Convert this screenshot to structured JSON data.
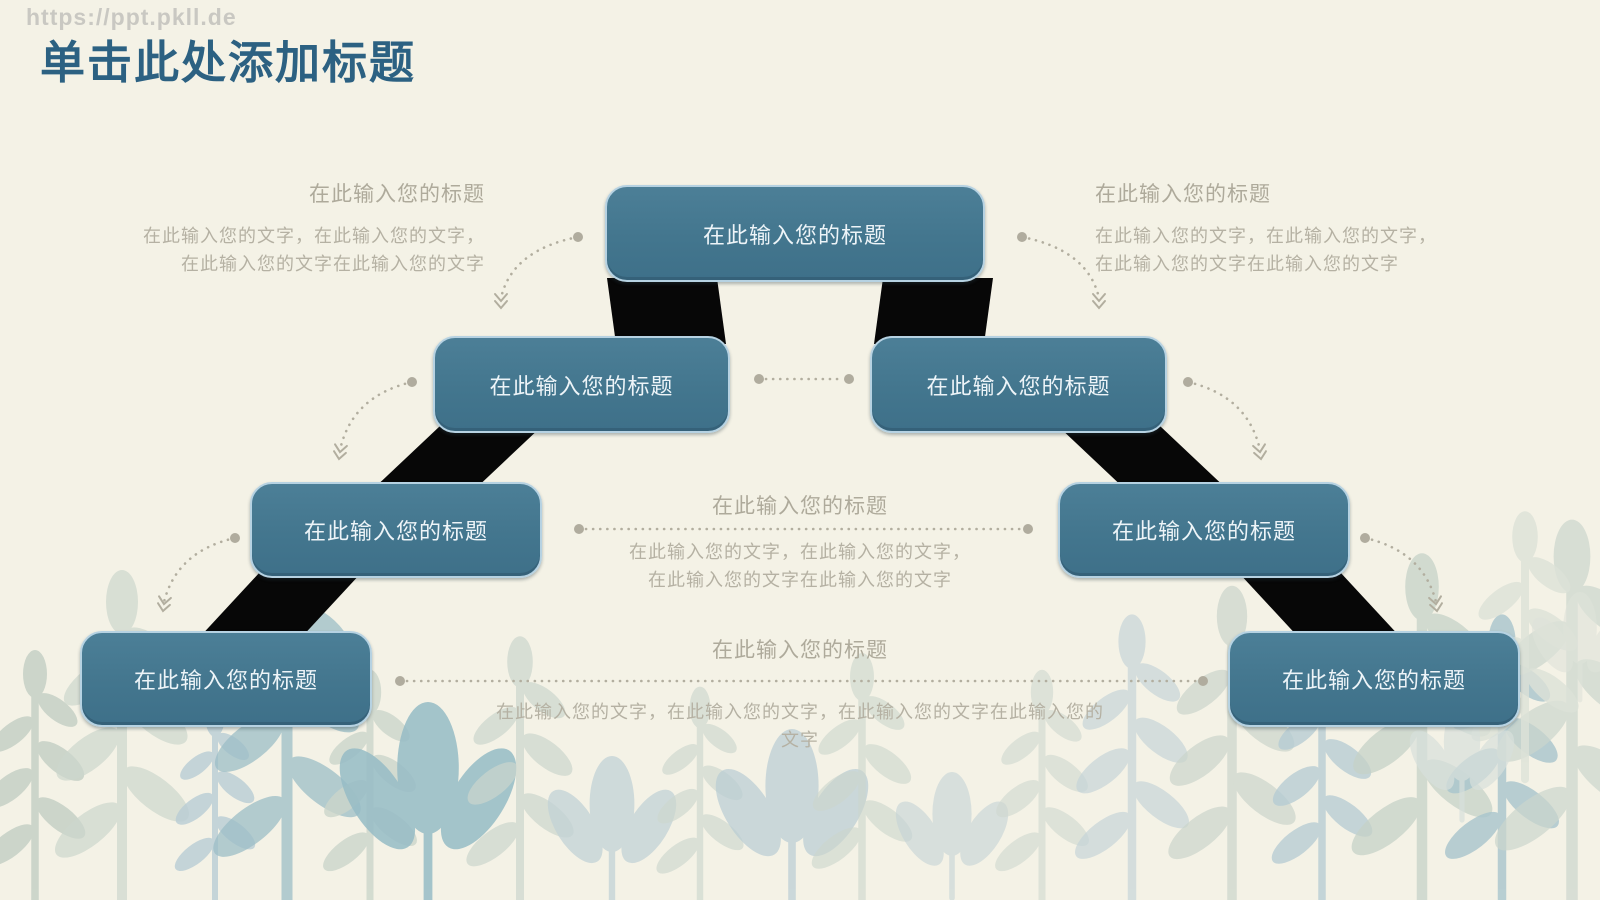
{
  "watermark": "https://ppt.pkll.de",
  "title": "单击此处添加标题",
  "boxes": [
    {
      "label": "在此输入您的标题"
    },
    {
      "label": "在此输入您的标题"
    },
    {
      "label": "在此输入您的标题"
    },
    {
      "label": "在此输入您的标题"
    },
    {
      "label": "在此输入您的标题"
    },
    {
      "label": "在此输入您的标题"
    },
    {
      "label": "在此输入您的标题"
    }
  ],
  "callouts": {
    "top_left": {
      "title": "在此输入您的标题",
      "line1": "在此输入您的文字，在此输入您的文字，",
      "line2": "在此输入您的文字在此输入您的文字"
    },
    "top_right": {
      "title": "在此输入您的标题",
      "line1": "在此输入您的文字，在此输入您的文字，",
      "line2": "在此输入您的文字在此输入您的文字"
    },
    "middle": {
      "title": "在此输入您的标题",
      "line1": "在此输入您的文字，在此输入您的文字，",
      "line2": "在此输入您的文字在此输入您的文字"
    },
    "bottom": {
      "title": "在此输入您的标题",
      "line1": "在此输入您的文字，在此输入您的文字，在此输入您的文字在此输入您的文字"
    }
  },
  "colors": {
    "background": "#f4f2e6",
    "box_fill": "#43768e",
    "box_border": "#b6d2e2",
    "box_text": "#edf4f8",
    "ribbon": "#070707",
    "muted_text": "#b2ae9f",
    "heading": "#2c6182",
    "watermark": "#c9c8c2"
  }
}
